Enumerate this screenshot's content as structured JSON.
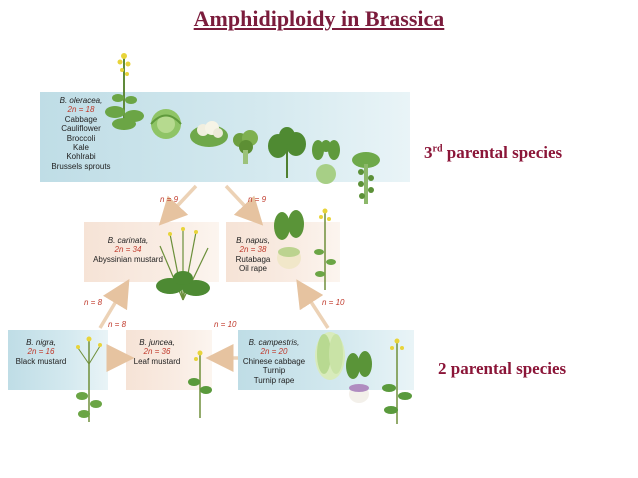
{
  "title": "Amphidiploidy in Brassica",
  "labels": {
    "third_parental": "3",
    "third_parental_sup": "rd",
    "third_parental_rest": " parental species",
    "two_parental": "2 parental species"
  },
  "species": {
    "oleracea": {
      "name": "B. oleracea,",
      "chromosomes": "2n = 18",
      "common": [
        "Cabbage",
        "Cauliflower",
        "Broccoli",
        "Kale",
        "Kohlrabi",
        "Brussels sprouts"
      ]
    },
    "carinata": {
      "name": "B. carinata,",
      "chromosomes": "2n = 34",
      "common": [
        "Abyssinian mustard"
      ]
    },
    "napus": {
      "name": "B. napus,",
      "chromosomes": "2n = 38",
      "common": [
        "Rutabaga",
        "Oil rape"
      ]
    },
    "nigra": {
      "name": "B. nigra,",
      "chromosomes": "2n = 16",
      "common": [
        "Black mustard"
      ]
    },
    "juncea": {
      "name": "B. juncea,",
      "chromosomes": "2n = 36",
      "common": [
        "Leaf mustard"
      ]
    },
    "campestris": {
      "name": "B. campestris,",
      "chromosomes": "2n = 20",
      "common": [
        "Chinese cabbage",
        "Turnip",
        "Turnip rape"
      ]
    }
  },
  "gametes": {
    "oleracea_to_carinata": "n = 9",
    "oleracea_to_napus": "n = 9",
    "nigra_to_carinata": "n = 8",
    "nigra_to_juncea": "n = 8",
    "campestris_to_juncea": "n = 10",
    "campestris_to_napus": "n = 10"
  },
  "colors": {
    "title": "#7b1c3c",
    "label": "#8b1538",
    "chromosome_text": "#c0392b",
    "blue_box": "#cde5ec",
    "peach_box": "#f8e8dd",
    "arrow": "#e9c9a8",
    "plant_green": "#5f9a3c"
  }
}
